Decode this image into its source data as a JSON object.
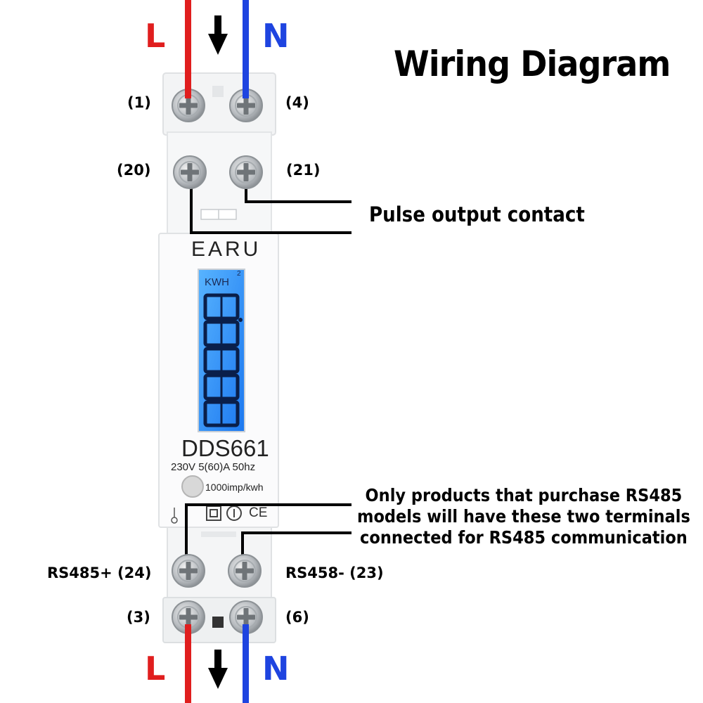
{
  "title": "Wiring Diagram",
  "wires": {
    "live_label": "L",
    "neutral_label": "N",
    "live_color": "#e01e1e",
    "neutral_color": "#1e44e0"
  },
  "terminals": {
    "t1": "(1)",
    "t4": "(4)",
    "t20": "(20)",
    "t21": "(21)",
    "t24": "RS485+ (24)",
    "t23": "RS458- (23)",
    "t3": "(3)",
    "t6": "(6)"
  },
  "pulse_label": "Pulse output contact",
  "rs485_note": {
    "line1": "Only products that purchase RS485",
    "line2": "models will have these two terminals",
    "line3": "connected for RS485 communication"
  },
  "meter": {
    "brand": "EARU",
    "lcd_unit": "KWH",
    "lcd_superscript": "2",
    "lcd_color": "#2f8fff",
    "model": "DDS661",
    "rating": "230V 5(60)A 50hz",
    "impulse": "1000imp/kwh",
    "ce_mark": "CE"
  },
  "icons": [
    "down-arrow-icon",
    "screw-terminal-icon",
    "pulse-led-icon",
    "double-insulation-icon",
    "class-1-icon",
    "ce-mark-icon",
    "ground-icon"
  ]
}
